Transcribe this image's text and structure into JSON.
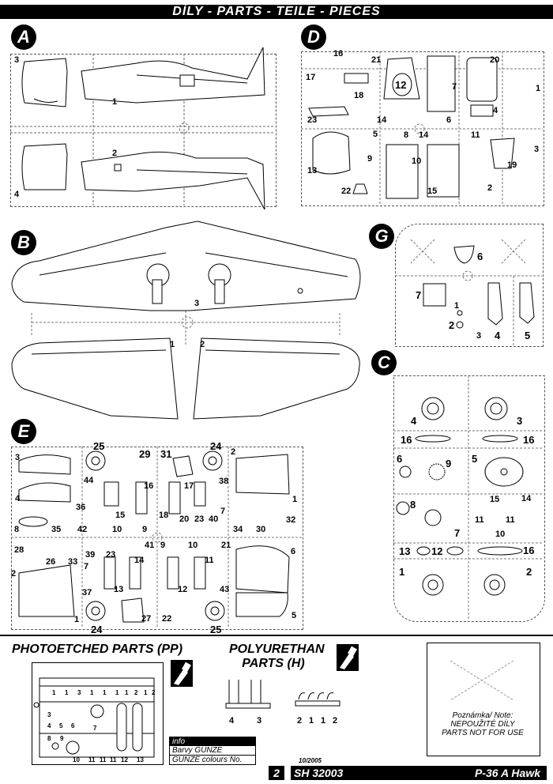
{
  "header": {
    "title": "DÍLY  -  PARTS  -  TEILE  -  PIECES"
  },
  "sprues": {
    "A": {
      "badge": "A",
      "labels": [
        "3",
        "1",
        "2",
        "4"
      ]
    },
    "B": {
      "badge": "B",
      "labels": [
        "3",
        "1",
        "2"
      ]
    },
    "C": {
      "badge": "C",
      "labels": [
        "4",
        "3",
        "16",
        "16",
        "6",
        "9",
        "5",
        "8",
        "15",
        "14",
        "11",
        "11",
        "7",
        "10",
        "13",
        "12",
        "16",
        "1",
        "2"
      ]
    },
    "D": {
      "badge": "D",
      "labels": [
        "16",
        "21",
        "17",
        "18",
        "12",
        "7",
        "20",
        "1",
        "23",
        "14",
        "6",
        "4",
        "5",
        "14",
        "8",
        "11",
        "9",
        "13",
        "10",
        "3",
        "22",
        "15",
        "19",
        "2"
      ]
    },
    "E": {
      "badge": "E",
      "labels": [
        "25",
        "24",
        "3",
        "29",
        "31",
        "2",
        "4",
        "44",
        "16",
        "17",
        "38",
        "1",
        "36",
        "15",
        "18",
        "7",
        "20",
        "23",
        "40",
        "8",
        "35",
        "42",
        "10",
        "9",
        "34",
        "30",
        "32",
        "28",
        "26",
        "33",
        "39",
        "23",
        "41",
        "9",
        "10",
        "21",
        "6",
        "7",
        "14",
        "11",
        "2",
        "37",
        "13",
        "12",
        "43",
        "24",
        "27",
        "22",
        "25",
        "5",
        "1"
      ]
    },
    "G": {
      "badge": "G",
      "labels": [
        "6",
        "7",
        "1",
        "2",
        "3",
        "4",
        "5"
      ]
    }
  },
  "pe_section": {
    "title": "PHOTOETCHED PARTS (PP)",
    "labels": [
      "1",
      "1",
      "3",
      "1",
      "1",
      "1",
      "1",
      "2",
      "1",
      "2",
      "3",
      "4",
      "5",
      "6",
      "7",
      "8",
      "9",
      "10",
      "11",
      "11",
      "11",
      "12",
      "13"
    ]
  },
  "poly_section": {
    "title_line1": "POLYURETHAN",
    "title_line2": "PARTS (H)",
    "left_labels": [
      "4",
      "3"
    ],
    "right_labels": [
      "2",
      "1",
      "1",
      "2"
    ]
  },
  "note": {
    "line1": "Poznámka/ Note:",
    "line2": "NEPOUŽITÉ DÍLY",
    "line3": "PARTS NOT FOR USE"
  },
  "info": {
    "head": "info",
    "row1": "Barvy GUNZE",
    "row2": "GUNZE colours No."
  },
  "footer": {
    "page": "2",
    "date": "10/2005",
    "code": "SH 32003",
    "model": "P-36 A Hawk"
  }
}
